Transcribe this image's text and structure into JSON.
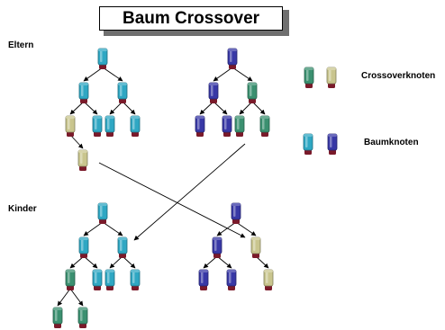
{
  "title": "Baum Crossover",
  "labels": {
    "parents": "Eltern",
    "children": "Kinder",
    "crossover_nodes": "Crossoverknoten",
    "tree_nodes": "Baumknoten"
  },
  "colors": {
    "cyan": "#2fa7c3",
    "blue": "#3838a6",
    "green": "#3b9070",
    "olive": "#c9c58e",
    "base": "#7a1a2a"
  }
}
